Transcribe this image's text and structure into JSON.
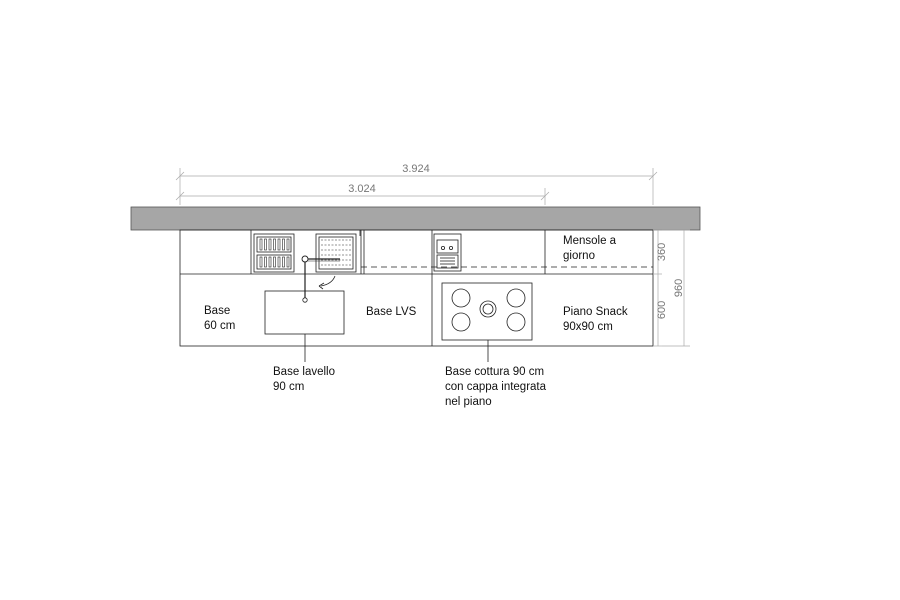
{
  "dimensions": {
    "total_width": "3.924",
    "inner_width": "3.024",
    "shelf_depth": "360",
    "base_depth": "600",
    "total_depth": "960"
  },
  "labels": {
    "mensole": [
      "Mensole a",
      "giorno"
    ],
    "base60": [
      "Base",
      "60 cm"
    ],
    "base_lvs": [
      "Base LVS"
    ],
    "piano_snack": [
      "Piano Snack",
      "90x90 cm"
    ],
    "base_lavello": [
      "Base lavello",
      "90 cm"
    ],
    "base_cottura": [
      "Base cottura 90 cm",
      "con cappa integrata",
      "nel piano"
    ]
  },
  "colors": {
    "wall": "#a6a6a6",
    "lines": "#222222",
    "dimension": "#aaaaaa"
  }
}
